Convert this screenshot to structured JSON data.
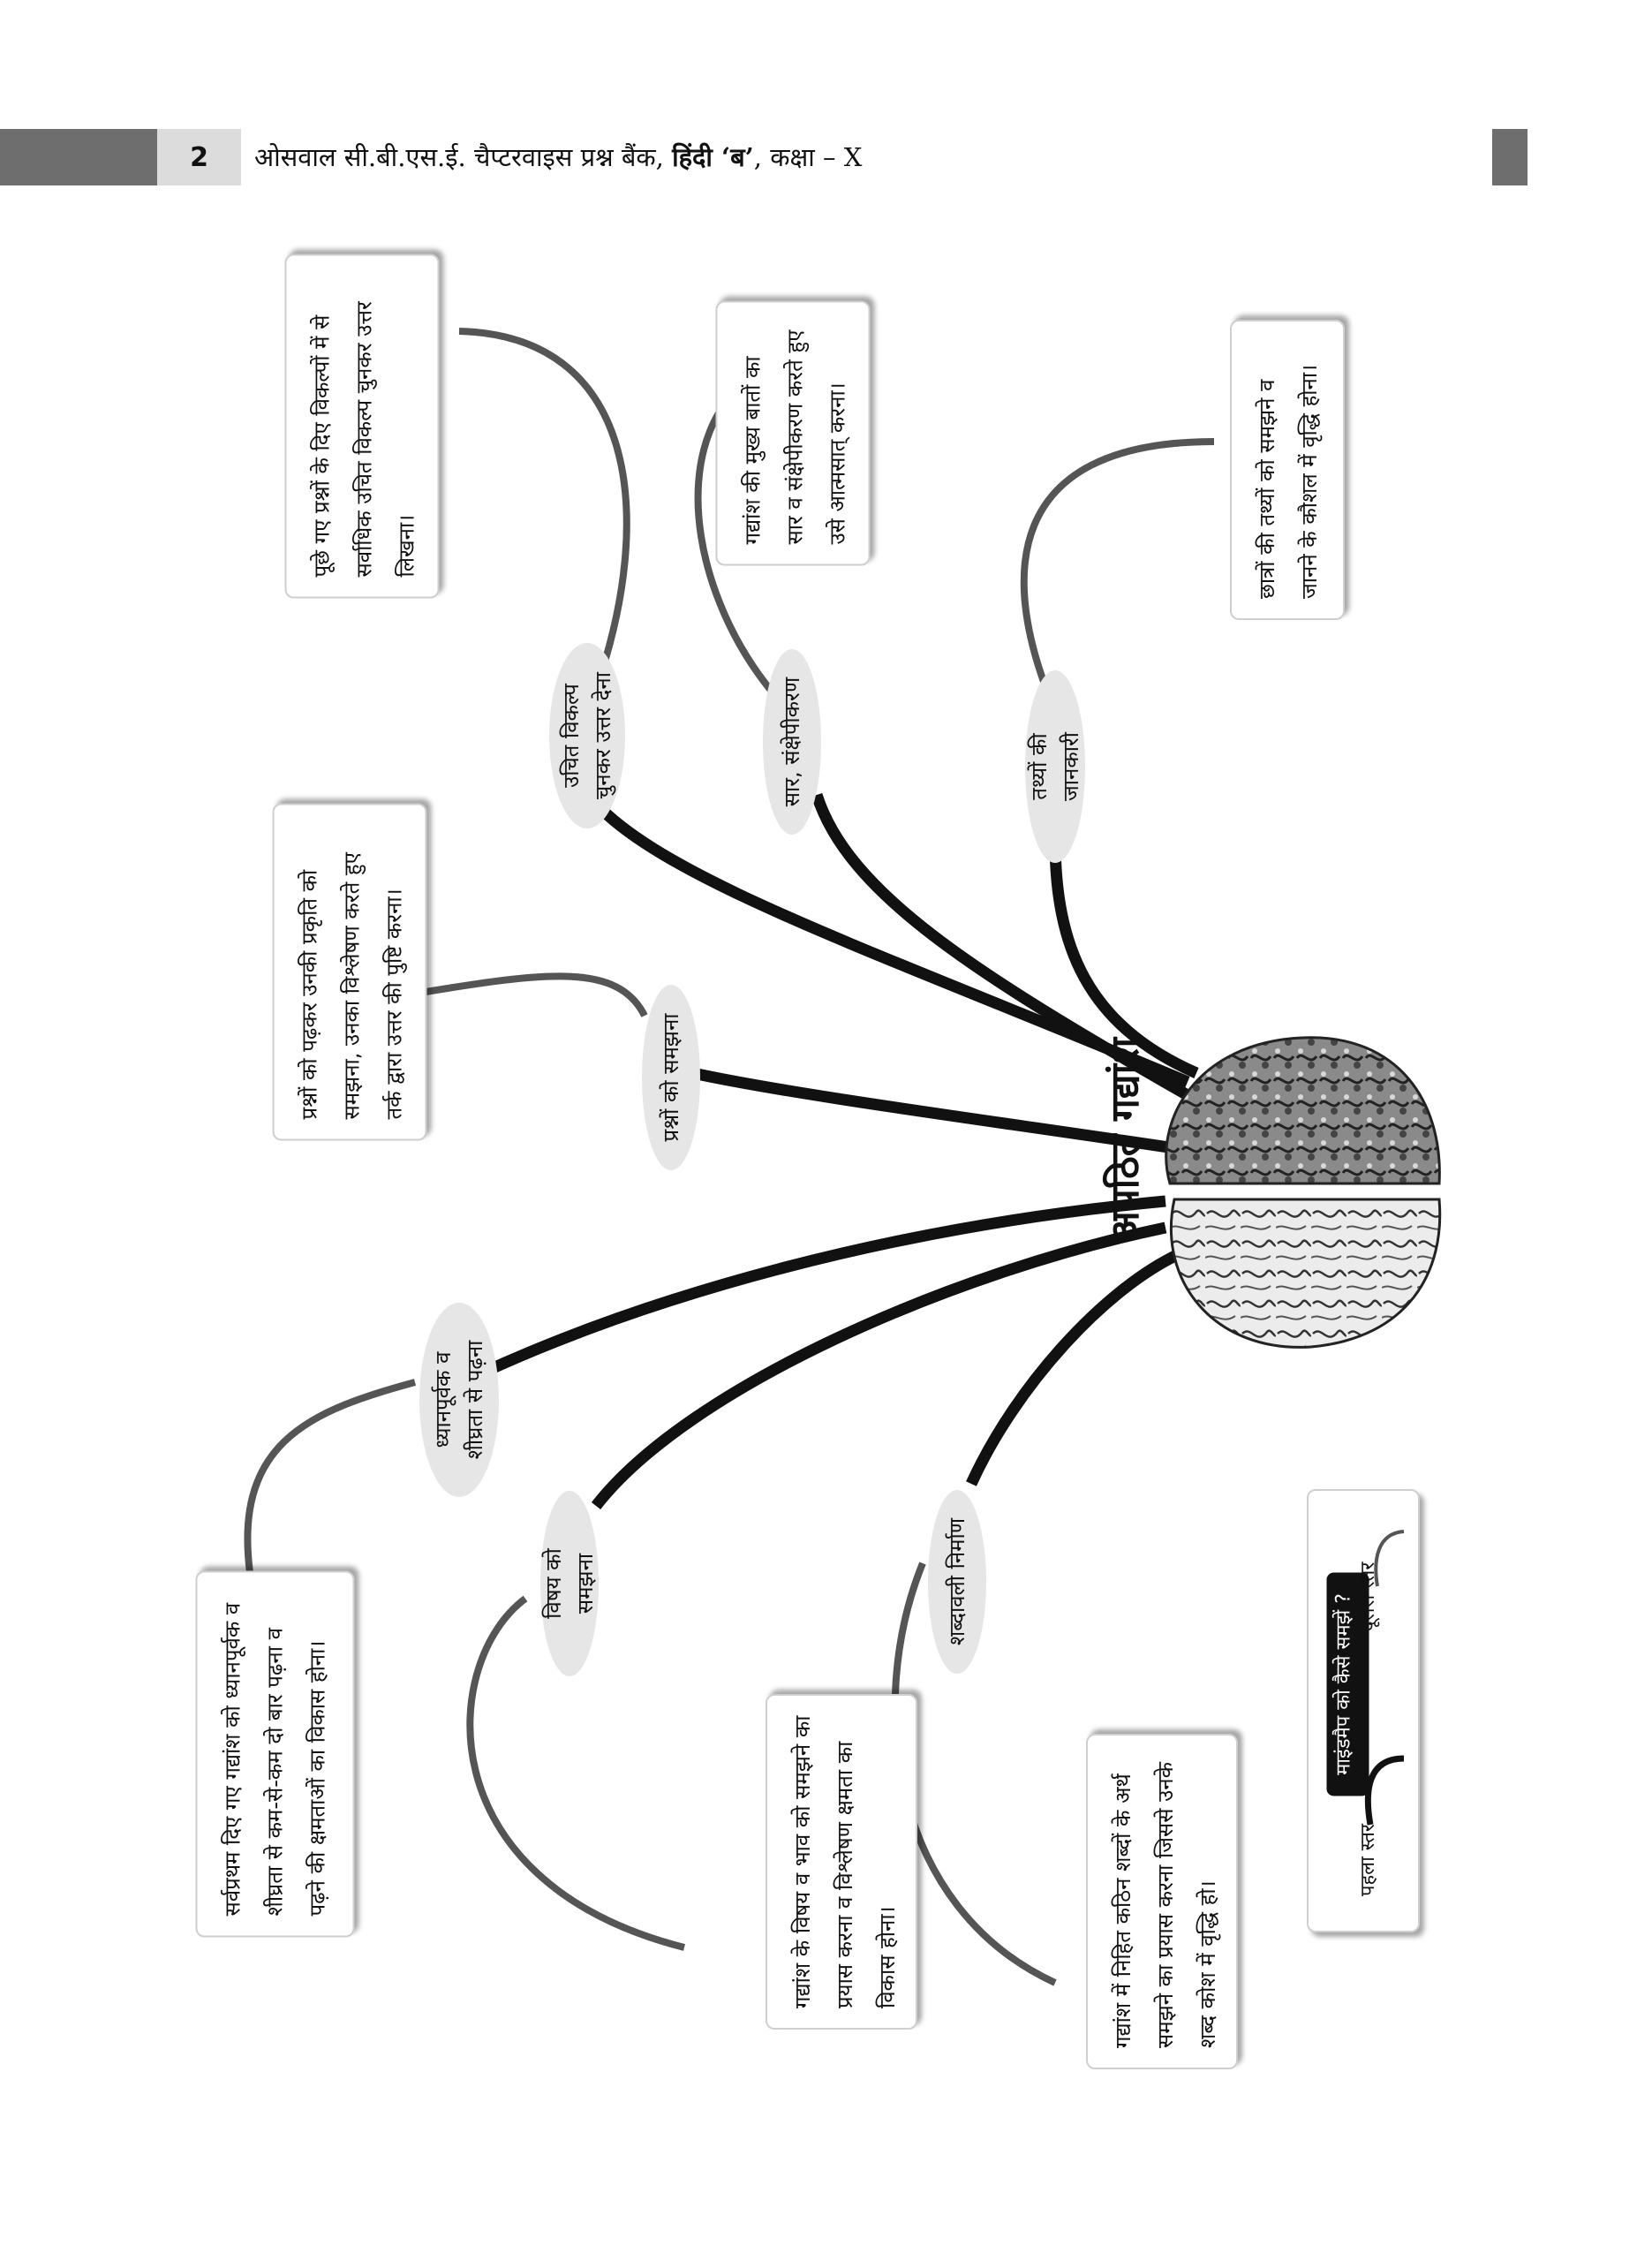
{
  "header": {
    "page_number": "2",
    "title_prefix": "ओसवाल सी.बी.एस.ई. चैप्टरवाइस प्रश्न बैंक, ",
    "title_bold": "हिंदी ‘ब’",
    "title_suffix": ", कक्षा – X"
  },
  "diagram": {
    "center_label": "अपठित गद्यांश",
    "branches": [
      {
        "label": "उचित विकल्प चुनकर उत्तर देना",
        "description": "पूछे गए प्रश्नों के दिए विकल्पों में से सर्वाधिक उचित विकल्प चुनकर उत्तर लिखना।"
      },
      {
        "label": "सार, संक्षेपीकरण",
        "description": "गद्यांश की मुख्य बातों का सार व संक्षेपीकरण करते हुए उसे आत्मसात् करना।"
      },
      {
        "label": "तथ्यों की जानकारी",
        "description": "छात्रों की तथ्यों को समझने व जानने के कौशल में वृद्धि होना।"
      },
      {
        "label": "प्रश्नों को समझना",
        "description": "प्रश्नों को पढ़कर उनकी प्रकृति को समझना, उनका विश्लेषण करते हुए तर्क द्वारा उत्तर की पुष्टि करना।"
      },
      {
        "label": "ध्यानपूर्वक व शीघ्रता से पढ़ना",
        "description": "सर्वप्रथम दिए गए गद्यांश को ध्यानपूर्वक व शीघ्रता से कम-से-कम दो बार पढ़ना व पढ़ने की क्षमताओं का विकास होना।"
      },
      {
        "label": "विषय को समझना",
        "description": "गद्यांश के विषय व भाव को समझने का प्रयास करना व विश्लेषण क्षमता का विकास होना।"
      },
      {
        "label": "शब्दावली निर्माण",
        "description": "गद्यांश में निहित कठिन शब्दों के अर्थ समझने का प्रयास करना जिससे उनके शब्द कोश में वृद्धि हो।"
      }
    ]
  },
  "legend": {
    "title": "माइंडमैप को कैसे समझें ?",
    "first_level": "पहला स्तर",
    "second_level": "दूसरा स्तर"
  }
}
